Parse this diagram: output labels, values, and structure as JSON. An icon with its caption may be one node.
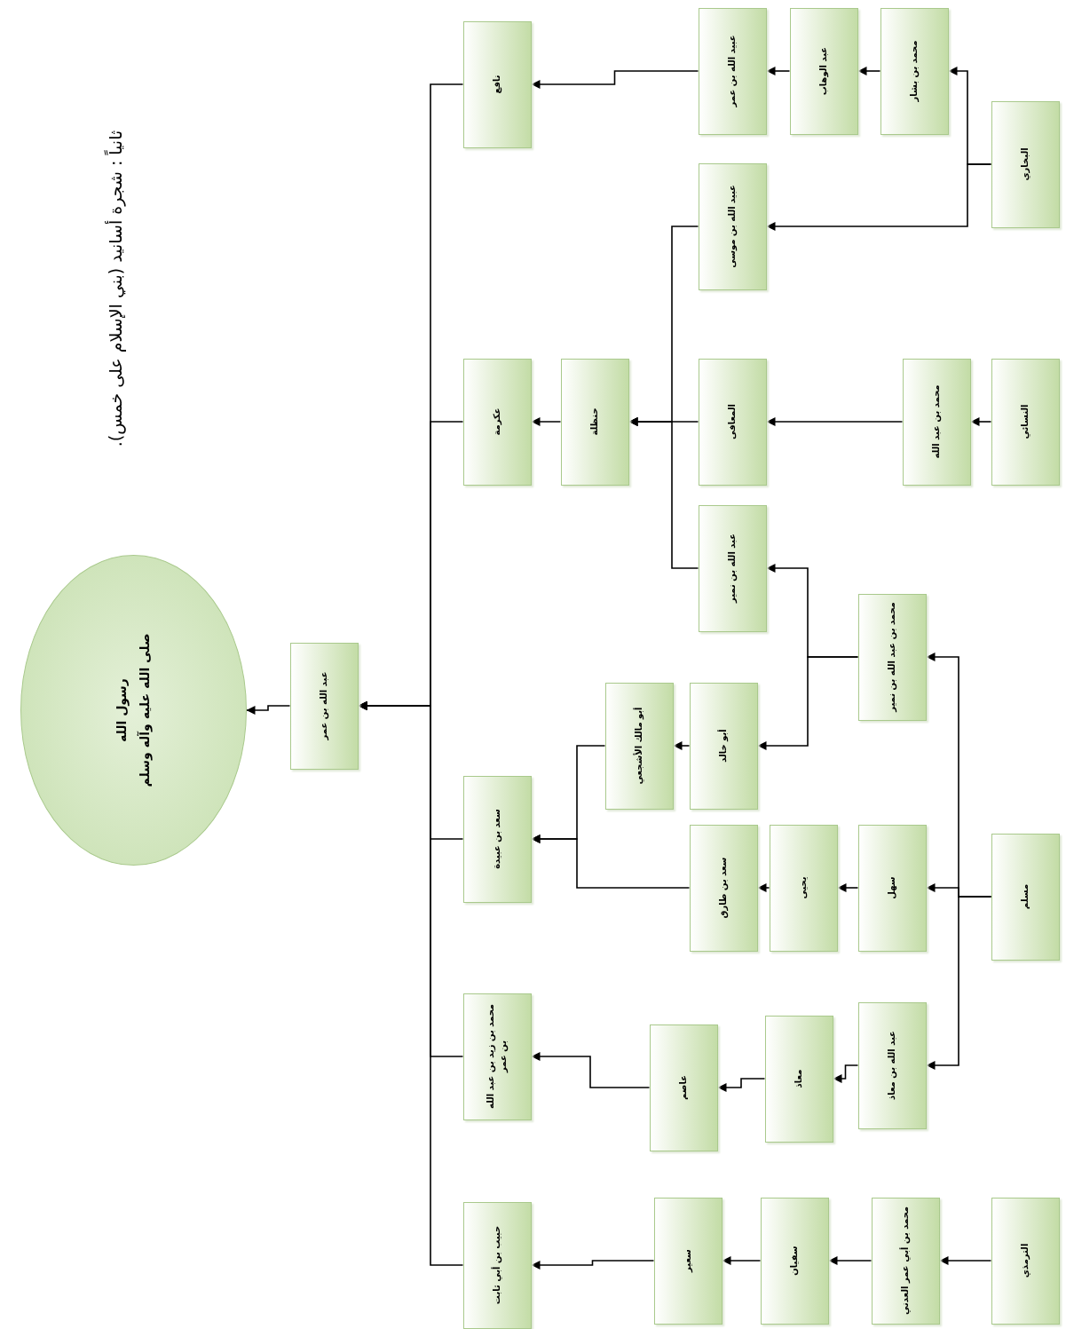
{
  "diagram": {
    "title": "ثانياً : شجرة أسانيد (بني الإسلام على خمس).",
    "nodes": [
      {
        "text": [
          "رسول الله",
          "صلى الله عليه وآله وسلم"
        ]
      },
      {
        "text": [
          "عبد الله بن عمر"
        ]
      },
      {
        "text": [
          "نافع"
        ]
      },
      {
        "text": [
          "عكرمة"
        ]
      },
      {
        "text": [
          "سعد بن عبيدة"
        ]
      },
      {
        "text": [
          "محمد بن زيد بن عبد الله بن عمر"
        ]
      },
      {
        "text": [
          "حبيب بن أبي ثابت"
        ]
      },
      {
        "text": [
          "عبيد الله بن عمر"
        ]
      },
      {
        "text": [
          "عبد الوهاب"
        ]
      },
      {
        "text": [
          "محمد بن بشار"
        ]
      },
      {
        "text": [
          "البخاري"
        ]
      },
      {
        "text": [
          "عبيد الله بن موسى"
        ]
      },
      {
        "text": [
          "حنظلة"
        ]
      },
      {
        "text": [
          "المعافى"
        ]
      },
      {
        "text": [
          "محمد بن عبد الله"
        ]
      },
      {
        "text": [
          "النسائي"
        ]
      },
      {
        "text": [
          "عبد الله بن نمير"
        ]
      },
      {
        "text": [
          "محمد بن عبد الله بن نمير"
        ]
      },
      {
        "text": [
          "أبو خالد"
        ]
      },
      {
        "text": [
          "أبو مالك الأشجعي"
        ]
      },
      {
        "text": [
          "سعد بن طارق"
        ]
      },
      {
        "text": [
          "يحيى"
        ]
      },
      {
        "text": [
          "سهل"
        ]
      },
      {
        "text": [
          "مسلم"
        ]
      },
      {
        "text": [
          "عبد الله بن معاذ"
        ]
      },
      {
        "text": [
          "معاذ"
        ]
      },
      {
        "text": [
          "عاصم"
        ]
      },
      {
        "text": [
          "سعير"
        ]
      },
      {
        "text": [
          "سفيان"
        ]
      },
      {
        "text": [
          "محمد بن أبي عمر العدني"
        ]
      },
      {
        "text": [
          "الترمذي"
        ]
      }
    ],
    "edges": [
      {
        "from": 1,
        "to": 0,
        "arrow": "to"
      },
      {
        "from": 2,
        "to": 1,
        "arrow": "to"
      },
      {
        "from": 3,
        "to": 1,
        "arrow": "to"
      },
      {
        "from": 4,
        "to": 1,
        "arrow": "to"
      },
      {
        "from": 5,
        "to": 1,
        "arrow": "to"
      },
      {
        "from": 6,
        "to": 1,
        "arrow": "to"
      },
      {
        "from": 7,
        "to": 2,
        "arrow": "to"
      },
      {
        "from": 8,
        "to": 7,
        "arrow": "to"
      },
      {
        "from": 9,
        "to": 8,
        "arrow": "to"
      },
      {
        "from": 10,
        "to": 9,
        "arrow": "to"
      },
      {
        "from": 10,
        "to": 11,
        "arrow": "to"
      },
      {
        "from": 11,
        "to": 12,
        "arrow": "to"
      },
      {
        "from": 13,
        "to": 12,
        "arrow": "to"
      },
      {
        "from": 16,
        "to": 12,
        "arrow": "to"
      },
      {
        "from": 12,
        "to": 3,
        "arrow": "to"
      },
      {
        "from": 14,
        "to": 13,
        "arrow": "to"
      },
      {
        "from": 15,
        "to": 14,
        "arrow": "to"
      },
      {
        "from": 17,
        "to": 16,
        "arrow": "to"
      },
      {
        "from": 17,
        "to": 18,
        "arrow": "to"
      },
      {
        "from": 18,
        "to": 19,
        "arrow": "to"
      },
      {
        "from": 19,
        "to": 4,
        "arrow": "to"
      },
      {
        "from": 20,
        "to": 4,
        "arrow": "to"
      },
      {
        "from": 21,
        "to": 20,
        "arrow": "to"
      },
      {
        "from": 22,
        "to": 21,
        "arrow": "to"
      },
      {
        "from": 23,
        "to": 22,
        "arrow": "to"
      },
      {
        "from": 23,
        "to": 17,
        "arrow": "to"
      },
      {
        "from": 23,
        "to": 24,
        "arrow": "to"
      },
      {
        "from": 24,
        "to": 25,
        "arrow": "to"
      },
      {
        "from": 25,
        "to": 26,
        "arrow": "to"
      },
      {
        "from": 26,
        "to": 5,
        "arrow": "to"
      },
      {
        "from": 27,
        "to": 6,
        "arrow": "to"
      },
      {
        "from": 28,
        "to": 27,
        "arrow": "to"
      },
      {
        "from": 29,
        "to": 28,
        "arrow": "to"
      },
      {
        "from": 30,
        "to": 29,
        "arrow": "to"
      }
    ]
  }
}
